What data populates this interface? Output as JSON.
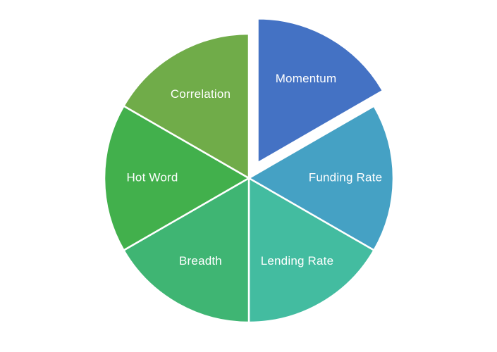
{
  "chart_data": {
    "type": "pie",
    "title": "",
    "legend": "none",
    "labels_position": "inside",
    "start_angle_deg": 0,
    "direction": "clockwise",
    "background_color": "#FFFFFF",
    "label_color": "#FFFFFF",
    "slices": [
      {
        "label": "Momentum",
        "value": 16.7,
        "color": "#4472C4",
        "exploded": true
      },
      {
        "label": "Funding Rate",
        "value": 16.7,
        "color": "#45A1C4",
        "exploded": false
      },
      {
        "label": "Lending Rate",
        "value": 16.7,
        "color": "#43BCA0",
        "exploded": false
      },
      {
        "label": "Breadth",
        "value": 16.7,
        "color": "#3FB573",
        "exploded": false
      },
      {
        "label": "Hot Word",
        "value": 16.7,
        "color": "#42B04C",
        "exploded": false
      },
      {
        "label": "Correlation",
        "value": 16.7,
        "color": "#70AC49",
        "exploded": false
      }
    ]
  }
}
